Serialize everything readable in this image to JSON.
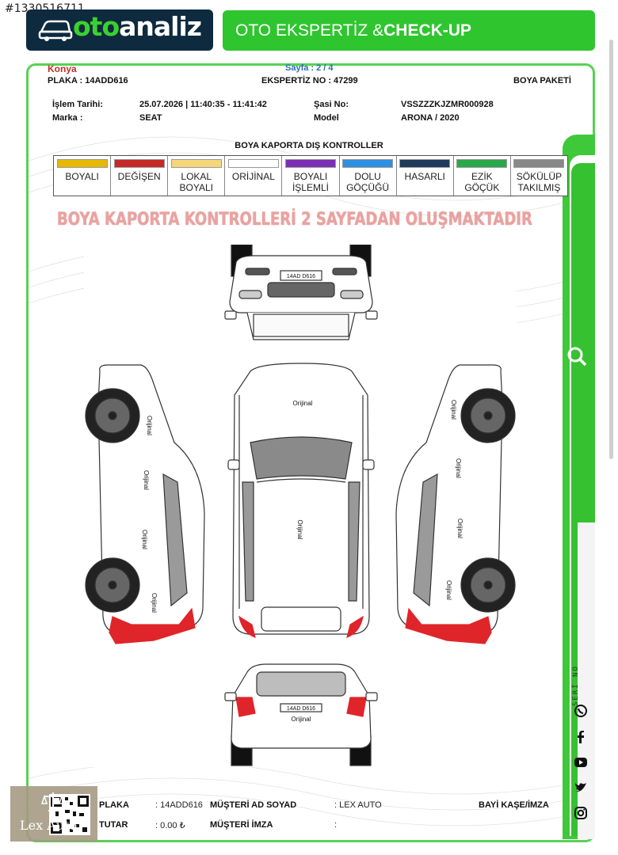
{
  "listing_id": "#1330516711",
  "logo": {
    "brand_part1": "oto",
    "brand_part2": "analiz"
  },
  "header": {
    "prefix": "OTO EKSPERTİZ & ",
    "highlight": "CHECK-UP"
  },
  "report": {
    "city": "Konya",
    "page": "Sayfa : 2 / 4",
    "plate_line": "PLAKA : 14ADD616",
    "expertise_no": "EKSPERTİZ NO : 47299",
    "package": "BOYA PAKETİ",
    "date_label": "İşlem Tarihi:",
    "date_value": "25.07.2026 | 11:40:35 - 11:41:42",
    "chassis_label": "Şasi No:",
    "chassis_value": "VSSZZZKJZMR000928",
    "brand_label": "Marka :",
    "brand_value": "SEAT",
    "model_label": "Model",
    "model_value": "ARONA / 2020"
  },
  "legend": {
    "title": "BOYA KAPORTA DIŞ KONTROLLER",
    "items": [
      {
        "line1": "BOYALI",
        "line2": "",
        "color": "#e6b800"
      },
      {
        "line1": "DEĞİŞEN",
        "line2": "",
        "color": "#c62828"
      },
      {
        "line1": "LOKAL",
        "line2": "BOYALI",
        "color": "#f5d67a"
      },
      {
        "line1": "ORİJİNAL",
        "line2": "",
        "color": "#ffffff"
      },
      {
        "line1": "BOYALI",
        "line2": "İŞLEMLİ",
        "color": "#7b2fb5"
      },
      {
        "line1": "DOLU",
        "line2": "GÖÇÜĞÜ",
        "color": "#2f8fe0"
      },
      {
        "line1": "HASARLI",
        "line2": "",
        "color": "#1f3a5a"
      },
      {
        "line1": "EZİK",
        "line2": "GÖÇÜK",
        "color": "#2aa84a"
      },
      {
        "line1": "SÖKÜLÜP",
        "line2": "TAKILMIŞ",
        "color": "#888888"
      }
    ]
  },
  "warning": "BOYA KAPORTA KONTROLLERİ 2 SAYFADAN OLUŞMAKTADIR",
  "diagram": {
    "front_plate": "14AD D616",
    "rear_plate": "14AD D616",
    "part_status": "Orijinal"
  },
  "footer": {
    "plate_label": "PLAKA",
    "plate_value": ": 14ADD616",
    "amount_label": "TUTAR",
    "amount_value": ": 0.00 ₺",
    "customer_label": "MÜŞTERİ AD SOYAD",
    "customer_value": ": LEX AUTO",
    "signature_label": "MÜŞTERİ İMZA",
    "signature_value": ":",
    "dealer_label": "BAYİ KAŞE/İMZA"
  },
  "watermark": "Lex Auto",
  "side": {
    "serial_label": "SERİ NO"
  },
  "colors": {
    "brand_green": "#2fc52f",
    "navy": "#0e2a3e",
    "damage_red": "#e0252a"
  }
}
